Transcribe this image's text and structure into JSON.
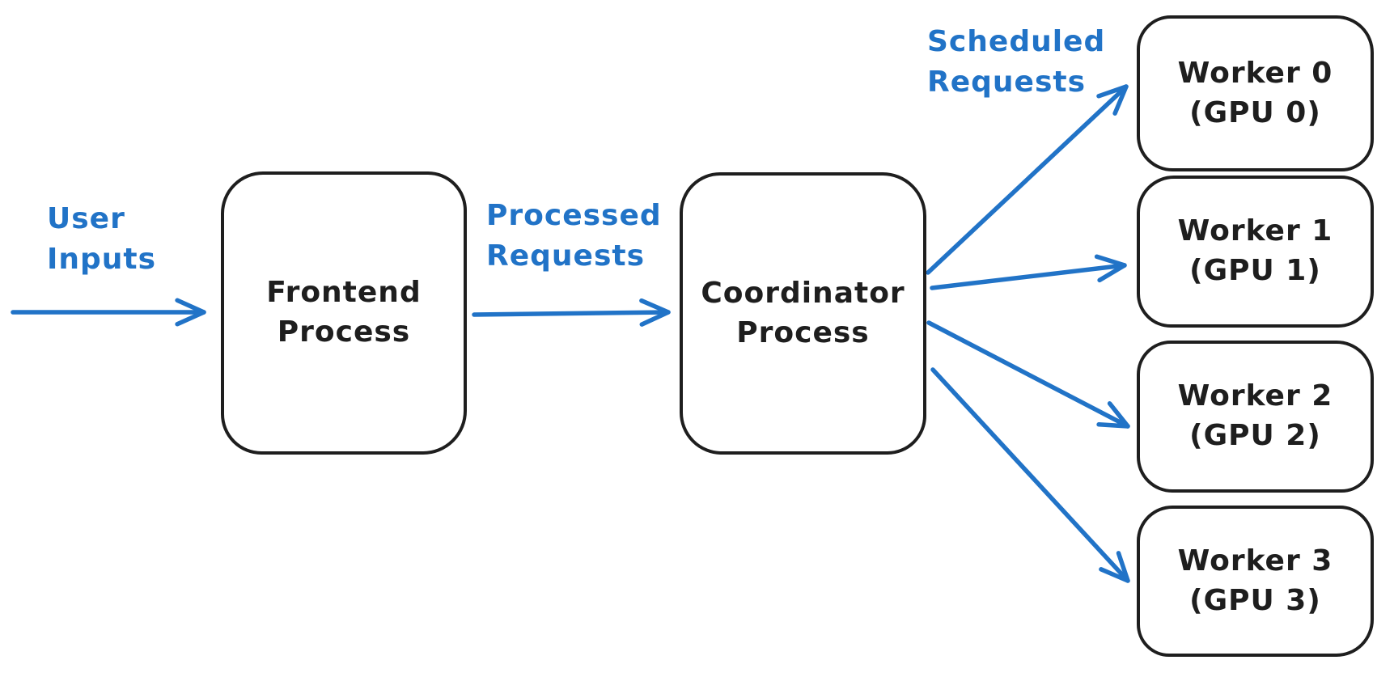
{
  "diagram": {
    "type": "flow-diagram",
    "colors": {
      "background": "#ffffff",
      "node_stroke": "#1e1e1e",
      "node_text": "#1e1e1e",
      "accent": "#2173c7"
    },
    "nodes": [
      {
        "id": "frontend",
        "lines": [
          "Frontend",
          "Process"
        ]
      },
      {
        "id": "coordinator",
        "lines": [
          "Coordinator",
          "Process"
        ]
      },
      {
        "id": "worker0",
        "lines": [
          "Worker 0",
          "(GPU 0)"
        ]
      },
      {
        "id": "worker1",
        "lines": [
          "Worker 1",
          "(GPU 1)"
        ]
      },
      {
        "id": "worker2",
        "lines": [
          "Worker 2",
          "(GPU 2)"
        ]
      },
      {
        "id": "worker3",
        "lines": [
          "Worker 3",
          "(GPU 3)"
        ]
      }
    ],
    "edge_labels": [
      {
        "id": "user-inputs",
        "lines": [
          "User",
          "Inputs"
        ]
      },
      {
        "id": "processed-requests",
        "lines": [
          "Processed",
          "Requests"
        ]
      },
      {
        "id": "scheduled-requests",
        "lines": [
          "Scheduled",
          "Requests"
        ]
      }
    ]
  }
}
